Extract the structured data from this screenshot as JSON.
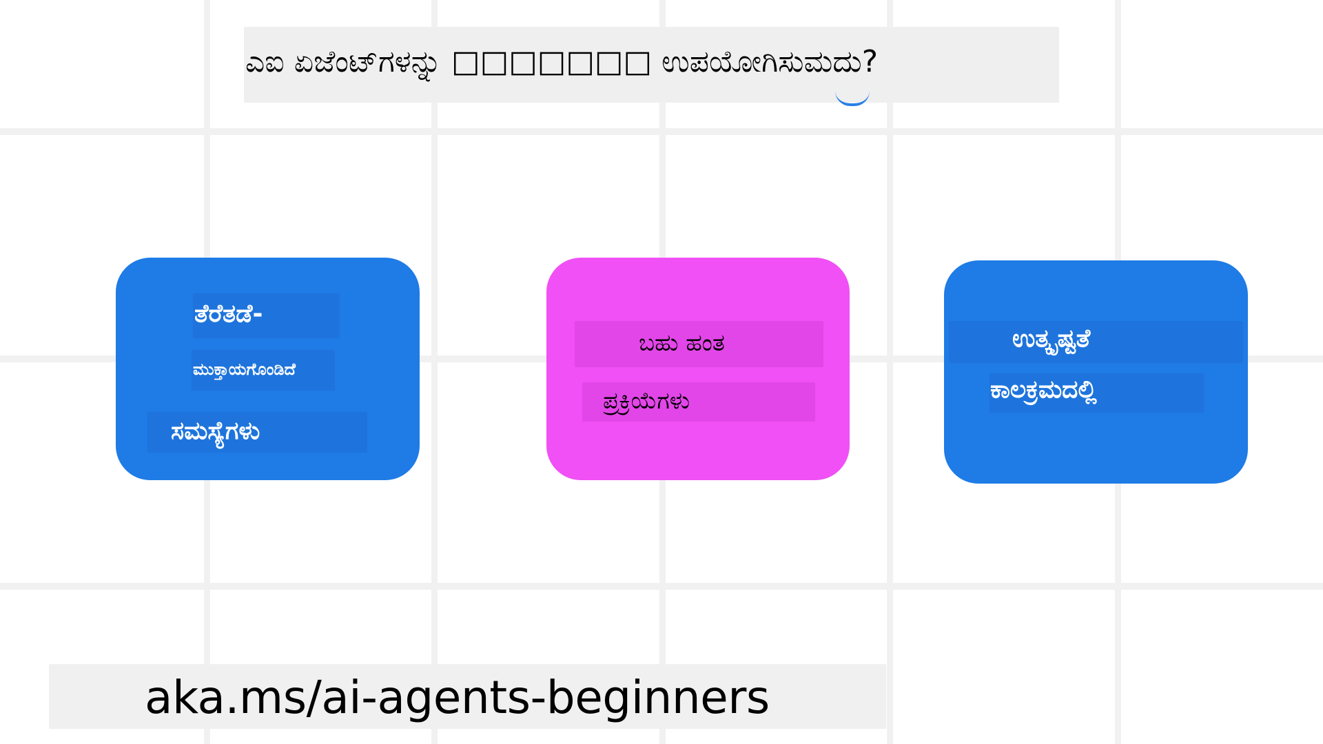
{
  "title": {
    "text": "ಎಐ ಏಜೆಂಟ್‌ಗಳನ್ನು □□□□□□□ ಉಪಯೋಗಿಸುಮದು?"
  },
  "cards": [
    {
      "color": "#1f7be6",
      "lines": [
        "ತೆರೆತಡೆ-",
        "ಮುಕ್ತಾಯಗೊಂಡಿದೆ",
        "ಸಮಸ್ಯೆಗಳು"
      ]
    },
    {
      "color": "#f050f5",
      "lines": [
        "ಬಹು ಹಂತ",
        "ಪ್ರಕ್ರಿಯೆಗಳು"
      ]
    },
    {
      "color": "#1f7be6",
      "lines": [
        "ಉತ್ಕೃಷ್ಟತೆ",
        "ಕಾಲಕ್ರಮದಲ್ಲಿ"
      ]
    }
  ],
  "footer": {
    "url": "aka.ms/ai-agents-beginners"
  },
  "colors": {
    "grid": "#f1f1f1",
    "label_bg": "#efefef",
    "blue": "#1f7be6",
    "pink": "#f050f5"
  }
}
